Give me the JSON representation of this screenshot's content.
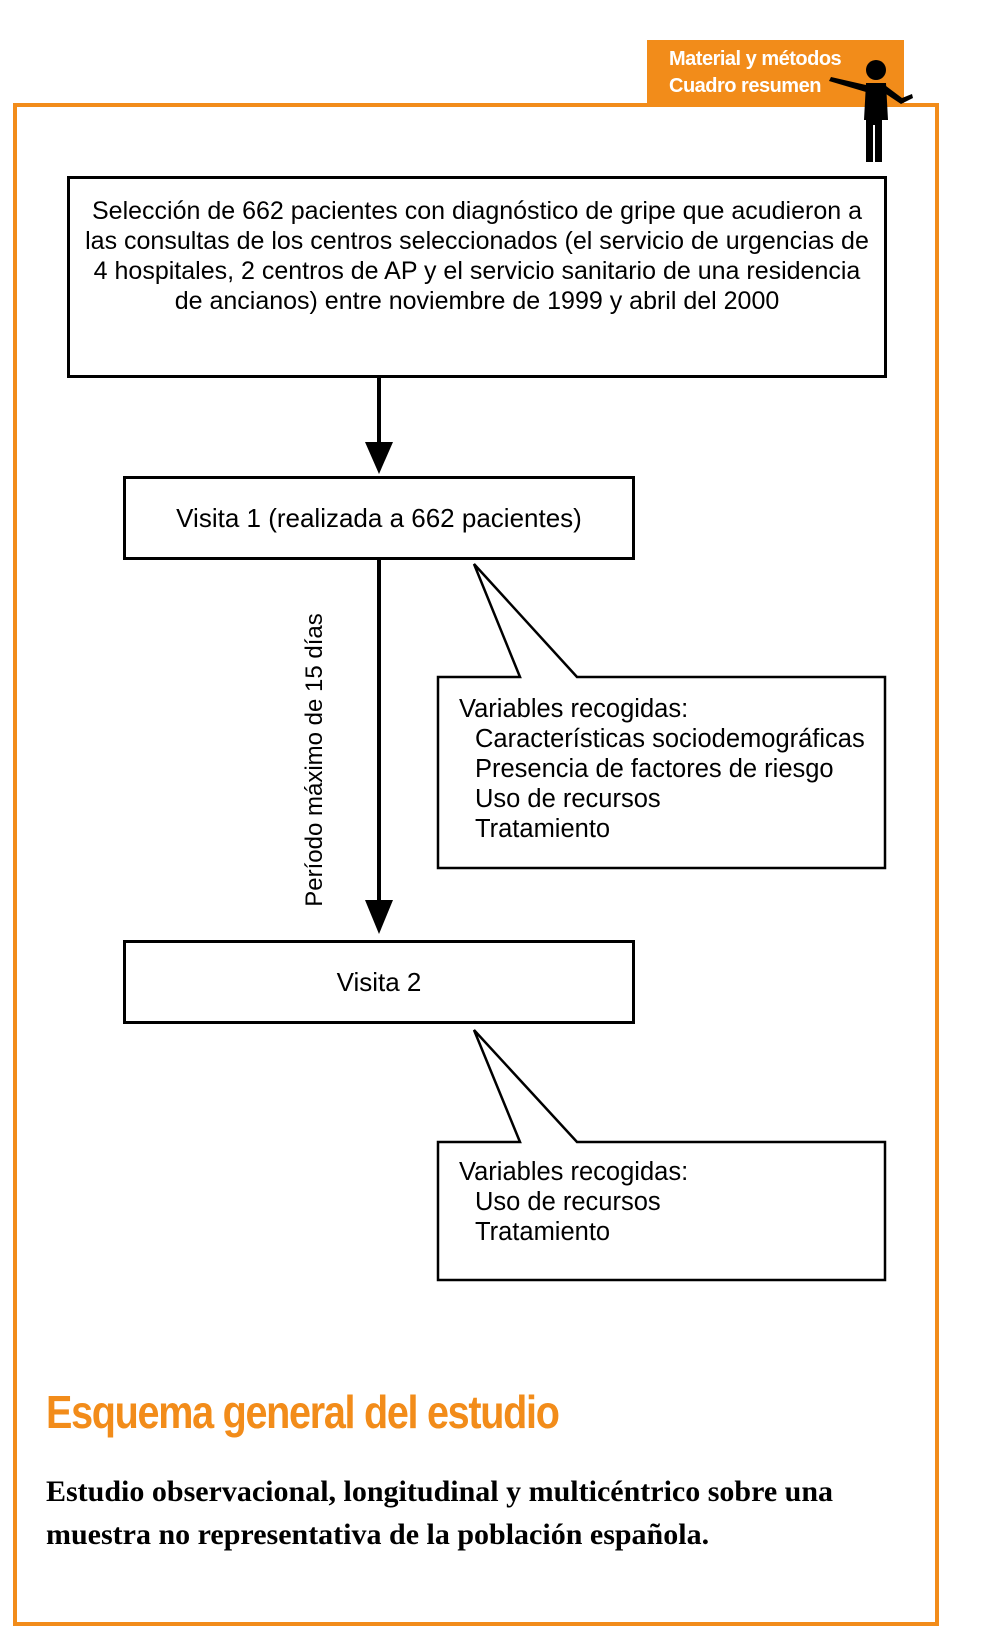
{
  "tag": {
    "line1": "Material y métodos",
    "line2": "Cuadro resumen"
  },
  "flow": {
    "selection": "Selección de 662 pacientes con diagnóstico de gripe que acudieron a las consultas de los centros seleccionados (el servicio de urgencias de 4 hospitales, 2 centros de AP y el servicio sanitario de una residencia de ancianos) entre noviembre de 1999 y abril del 2000",
    "visit1": "Visita 1 (realizada a 662 pacientes)",
    "period": "Período máximo de 15 días",
    "visit2": "Visita 2"
  },
  "callout1": {
    "heading": "Variables recogidas:",
    "items": [
      "Características sociodemográficas",
      "Presencia de factores de riesgo",
      "Uso de recursos",
      "Tratamiento"
    ]
  },
  "callout2": {
    "heading": "Variables recogidas:",
    "items": [
      "Uso de recursos",
      "Tratamiento"
    ]
  },
  "section": {
    "title": "Esquema general del estudio",
    "text": "Estudio observacional, longitudinal y multicéntrico sobre una muestra no representativa de la población española."
  },
  "colors": {
    "accent": "#f28c1a",
    "line": "#000000"
  }
}
